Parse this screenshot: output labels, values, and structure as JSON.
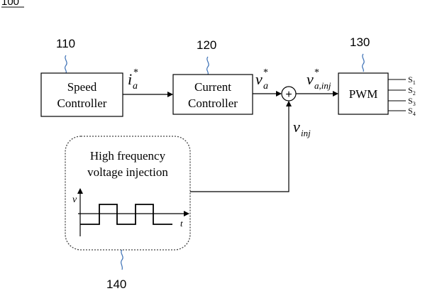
{
  "figure_number": "100",
  "refs": {
    "speed": "110",
    "current": "120",
    "pwm": "130",
    "hfi": "140"
  },
  "blocks": {
    "speed_line1": "Speed",
    "speed_line2": "Controller",
    "current_line1": "Current",
    "current_line2": "Controller",
    "pwm": "PWM",
    "hfi_line1": "High frequency",
    "hfi_line2": "voltage injection"
  },
  "signals": {
    "ia_main": "i",
    "ia_sub": "a",
    "ia_star": "*",
    "va_main": "v",
    "va_sub": "a",
    "va_star": "*",
    "vainj_main": "v",
    "vainj_sub": "a,inj",
    "vainj_star": "*",
    "vinj_main": "v",
    "vinj_sub": "inj",
    "sum_symbol": "+"
  },
  "outputs": [
    {
      "main": "S",
      "sub": "1"
    },
    {
      "main": "S",
      "sub": "2"
    },
    {
      "main": "S",
      "sub": "3"
    },
    {
      "main": "S",
      "sub": "4"
    }
  ],
  "waveform": {
    "y_label": "v",
    "x_label": "t"
  }
}
